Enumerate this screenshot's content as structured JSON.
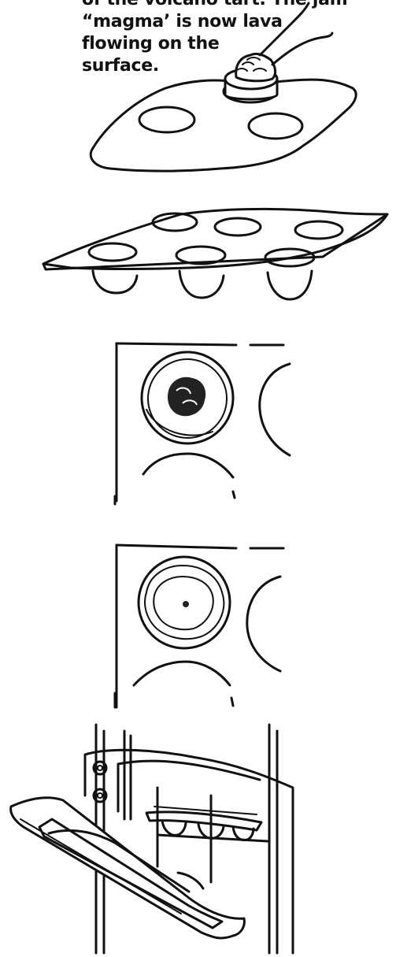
{
  "caption": {
    "line1": "of the volcano tart. The jam",
    "line2": "“magma’ is now lava",
    "line3": "flowing on the",
    "line4": "surface."
  },
  "illustrations": [
    "hand-pressing-cutter-icon",
    "muffin-tray-icon",
    "tart-in-tray-before-baking-icon",
    "tart-in-tray-after-baking-icon",
    "open-oven-icon"
  ]
}
